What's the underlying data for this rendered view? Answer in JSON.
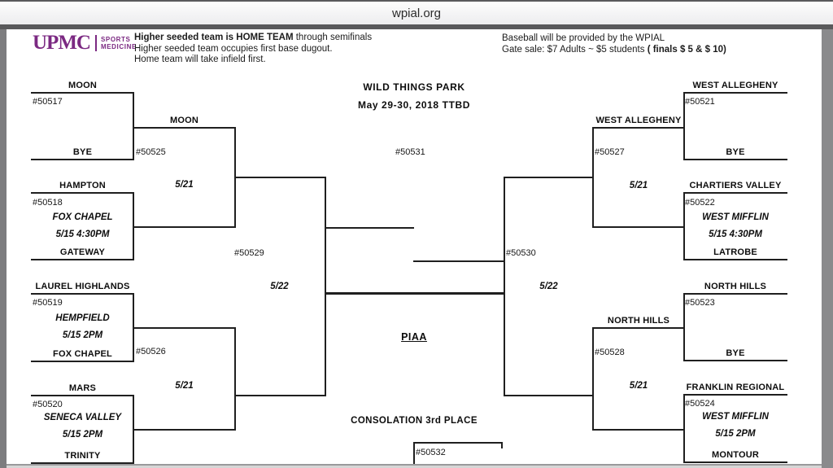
{
  "titlebar": {
    "title": "wpial.org"
  },
  "header": {
    "logo_brand": "UPMC",
    "logo_sub_top": "SPORTS",
    "logo_sub_bottom": "MEDICINE",
    "rule1_bold": "Higher seeded team is HOME TEAM",
    "rule1_rest": " through semifinals",
    "rule2": "Higher seeded team occupies first base dugout.",
    "rule3": "Home team will take infield first.",
    "info1": "Baseball will be provided by the WPIAL",
    "info2_prefix": "Gate sale: $7 Adults ~ $5 students ",
    "info2_bold": "( finals $ 5 & $ 10)"
  },
  "center": {
    "venue": "WILD THINGS PARK",
    "datetime": "May 29-30, 2018  TTBD",
    "piaa": "PIAA"
  },
  "colors": {
    "brand_purple": "#7b2982",
    "line_black": "#1f1f1f"
  },
  "rounds": {
    "r1_left": [
      {
        "game": "#50517",
        "top_team": "MOON",
        "bottom_team": "BYE"
      },
      {
        "game": "#50518",
        "top_team": "HAMPTON",
        "bottom_team": "GATEWAY",
        "winner": "FOX CHAPEL",
        "time": "5/15 4:30PM"
      },
      {
        "game": "#50519",
        "top_team": "LAUREL HIGHLANDS",
        "bottom_team": "FOX CHAPEL",
        "winner": "HEMPFIELD",
        "time": "5/15 2PM"
      },
      {
        "game": "#50520",
        "top_team": "MARS",
        "bottom_team": "TRINITY",
        "winner": "SENECA VALLEY",
        "time": "5/15 2PM"
      }
    ],
    "r1_right": [
      {
        "game": "#50521",
        "top_team": "WEST ALLEGHENY",
        "bottom_team": "BYE"
      },
      {
        "game": "#50522",
        "top_team": "CHARTIERS VALLEY",
        "bottom_team": "LATROBE",
        "winner": "WEST MIFFLIN",
        "time": "5/15 4:30PM"
      },
      {
        "game": "#50523",
        "top_team": "NORTH HILLS",
        "bottom_team": "BYE"
      },
      {
        "game": "#50524",
        "top_team": "FRANKLIN REGIONAL",
        "bottom_team": "MONTOUR",
        "winner": "WEST MIFFLIN",
        "time": "5/15 2PM"
      }
    ],
    "r2_left": [
      {
        "game": "#50525",
        "advancer": "MOON",
        "date": "5/21"
      },
      {
        "game": "#50526",
        "date": "5/21"
      }
    ],
    "r2_right": [
      {
        "game": "#50527",
        "advancer": "WEST ALLEGHENY",
        "date": "5/21"
      },
      {
        "game": "#50528",
        "advancer": "NORTH HILLS",
        "date": "5/21"
      }
    ],
    "semifinals": [
      {
        "game": "#50529",
        "date": "5/22"
      },
      {
        "game": "#50530",
        "date": "5/22"
      }
    ],
    "final": {
      "game": "#50531"
    },
    "consolation": {
      "game": "#50532",
      "title": "CONSOLATION 3rd PLACE"
    }
  }
}
